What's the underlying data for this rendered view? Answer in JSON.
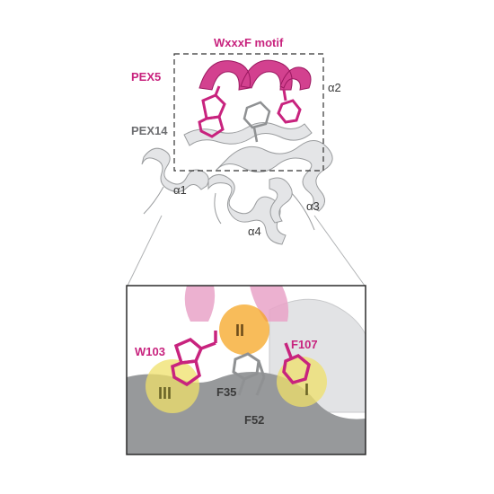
{
  "labels": {
    "motif": "WxxxF motif",
    "pex5": "PEX5",
    "pex14": "PEX14",
    "alpha1": "α1",
    "alpha2": "α2",
    "alpha3": "α3",
    "alpha4": "α4",
    "w103": "W103",
    "f107": "F107",
    "f35": "F35",
    "f52": "F52",
    "pocket_1": "I",
    "pocket_2": "II",
    "pocket_3": "III"
  },
  "colors": {
    "pex5": "#c8237e",
    "pex14": "#d9dadc",
    "surface": "#8e9092",
    "pocket": "#f0e36a",
    "pocket_orange": "#f5a623",
    "label_grey": "#6d6e71"
  }
}
